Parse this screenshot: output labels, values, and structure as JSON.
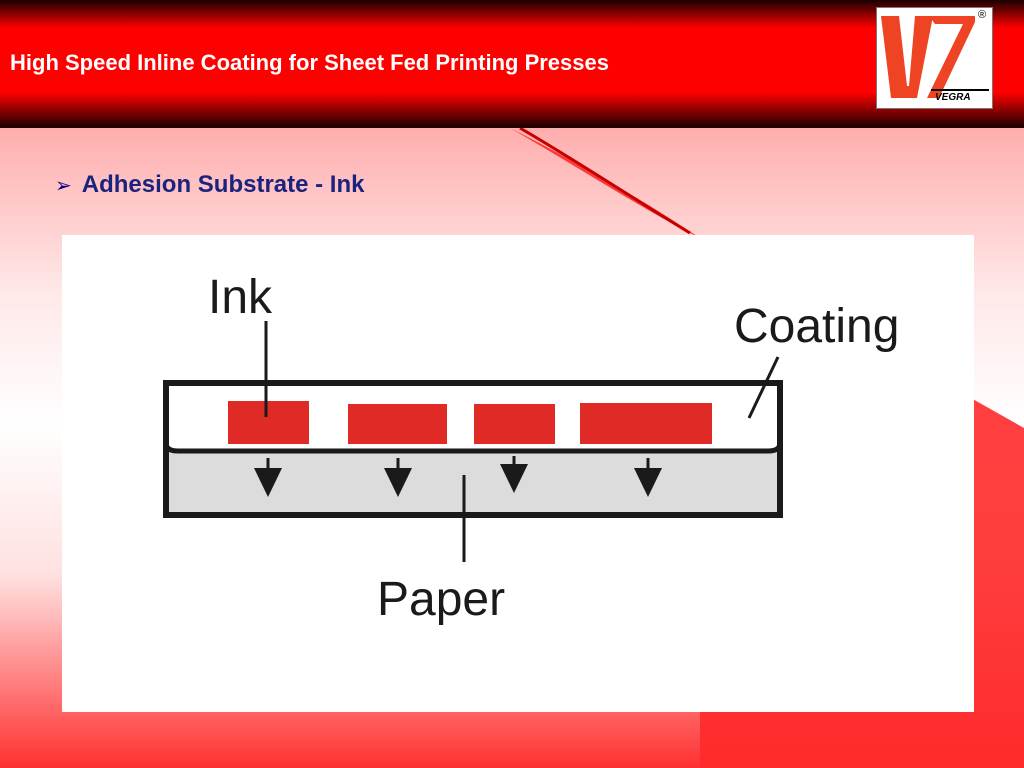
{
  "header": {
    "title": "High Speed Inline Coating for Sheet Fed Printing Presses"
  },
  "logo": {
    "brand": "VEGRA",
    "registered_mark": "®"
  },
  "slide": {
    "bullet_marker": "➢",
    "bullet_text": "Adhesion Substrate - Ink"
  },
  "diagram": {
    "labels": {
      "ink": "Ink",
      "coating": "Coating",
      "paper": "Paper"
    },
    "ink_block_count": 4,
    "arrow_count": 4,
    "colors": {
      "ink": "#e02a26",
      "paper": "#dcdcdc",
      "outline": "#1a1a1a"
    }
  },
  "colors": {
    "header_red": "#ff0000",
    "bullet_text": "#1a237e"
  }
}
